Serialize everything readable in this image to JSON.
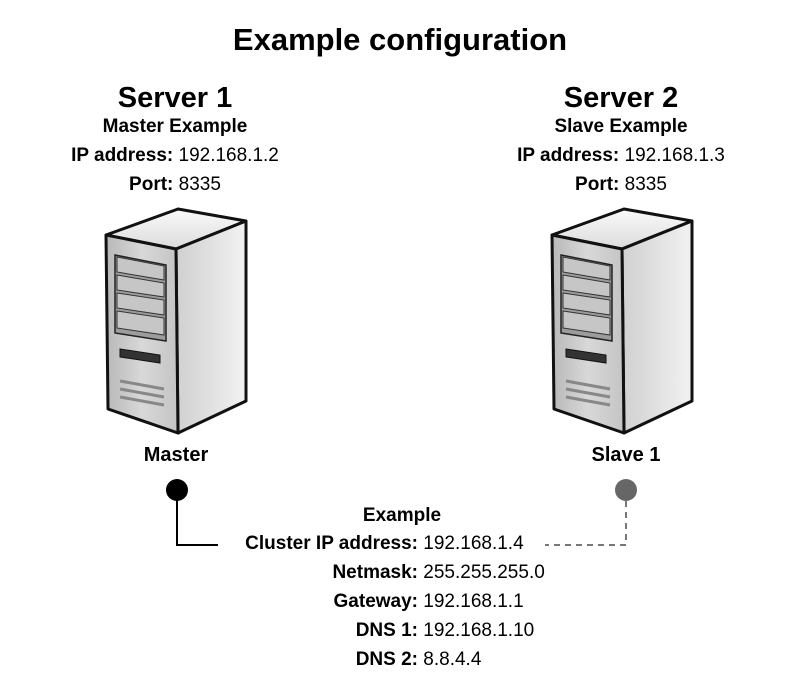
{
  "title": "Example configuration",
  "servers": [
    {
      "name": "Server 1",
      "role_label": "Master Example",
      "ip_label": "IP address:",
      "ip": "192.168.1.2",
      "port_label": "Port:",
      "port": "8335",
      "node_label": "Master",
      "node_color": "#000000",
      "icon": "server-tower-icon"
    },
    {
      "name": "Server 2",
      "role_label": "Slave Example",
      "ip_label": "IP address:",
      "ip": "192.168.1.3",
      "port_label": "Port:",
      "port": "8335",
      "node_label": "Slave 1",
      "node_color": "#666666",
      "icon": "server-tower-icon"
    }
  ],
  "cluster": {
    "title": "Example",
    "rows": [
      {
        "label": "Cluster IP address:",
        "value": "192.168.1.4"
      },
      {
        "label": "Netmask:",
        "value": "255.255.255.0"
      },
      {
        "label": "Gateway:",
        "value": "192.168.1.1"
      },
      {
        "label": "DNS 1:",
        "value": "192.168.1.10"
      },
      {
        "label": "DNS 2:",
        "value": "8.8.4.4"
      }
    ]
  }
}
